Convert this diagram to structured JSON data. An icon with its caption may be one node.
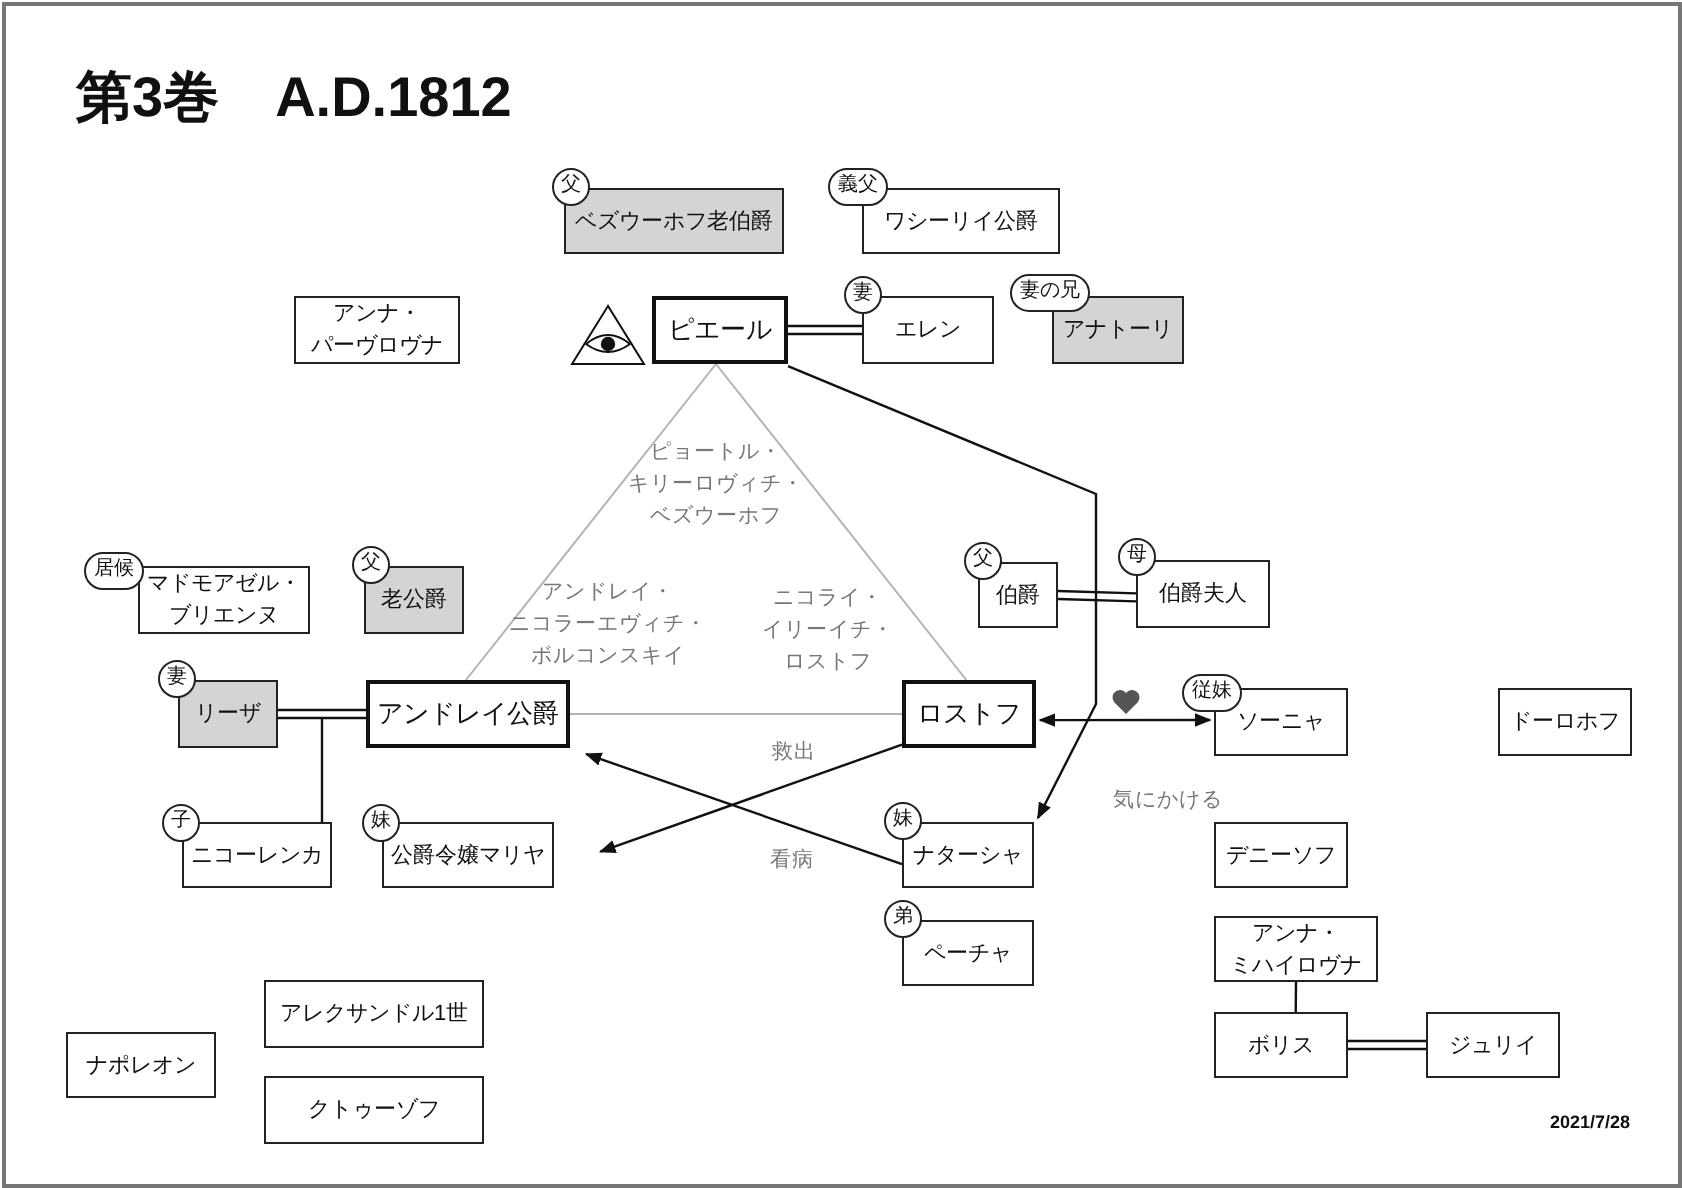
{
  "diagram": {
    "title": "第3巻　A.D.1812",
    "nodes": [
      {
        "text": [
          "父",
          "ベズウーホフ老伯爵"
        ]
      },
      {
        "text": [
          "義父",
          "ワシーリイ公爵"
        ]
      },
      {
        "text": [
          "アンナ・パーヴロヴナ"
        ]
      },
      {
        "text": [
          "ピエール"
        ]
      },
      {
        "text": [
          "妻",
          "エレン"
        ]
      },
      {
        "text": [
          "妻の兄",
          "アナトーリ"
        ]
      },
      {
        "text": [
          "居候",
          "マドモアゼル・ブリエンヌ"
        ]
      },
      {
        "text": [
          "父",
          "老公爵"
        ]
      },
      {
        "text": [
          "父",
          "伯爵"
        ]
      },
      {
        "text": [
          "母",
          "伯爵夫人"
        ]
      },
      {
        "text": [
          "妻",
          "リーザ"
        ]
      },
      {
        "text": [
          "アンドレイ公爵"
        ]
      },
      {
        "text": [
          "ロストフ"
        ]
      },
      {
        "text": [
          "従妹",
          "ソーニャ"
        ]
      },
      {
        "text": [
          "ドーロホフ"
        ]
      },
      {
        "text": [
          "子",
          "ニコーレンカ"
        ]
      },
      {
        "text": [
          "妹",
          "公爵令嬢マリヤ"
        ]
      },
      {
        "text": [
          "妹",
          "ナターシャ"
        ]
      },
      {
        "text": [
          "デニーソフ"
        ]
      },
      {
        "text": [
          "弟",
          "ペーチャ"
        ]
      },
      {
        "text": [
          "アンナ・ミハイロヴナ"
        ]
      },
      {
        "text": [
          "アレクサンドル1世"
        ]
      },
      {
        "text": [
          "ナポレオン"
        ]
      },
      {
        "text": [
          "ボリス"
        ]
      },
      {
        "text": [
          "ジュリイ"
        ]
      },
      {
        "text": [
          "クトゥーゾフ"
        ]
      }
    ],
    "edges": [
      {
        "from": 3,
        "to": 4,
        "arrow": "none"
      },
      {
        "from": 10,
        "to": 11,
        "arrow": "none"
      },
      {
        "from": 8,
        "to": 9,
        "arrow": "none"
      },
      {
        "from": 23,
        "to": 24,
        "arrow": "none"
      },
      {
        "from": 10,
        "to": 15,
        "arrow": "none"
      },
      {
        "from": 11,
        "to": 15,
        "arrow": "none"
      },
      {
        "from": 20,
        "to": 23,
        "arrow": "none"
      },
      {
        "from": 3,
        "to": 17,
        "arrow": "to",
        "label": "気にかける"
      },
      {
        "from": 12,
        "to": 13,
        "arrow": "both"
      },
      {
        "from": 12,
        "to": 16,
        "arrow": "to",
        "label": "救出"
      },
      {
        "from": 17,
        "to": 11,
        "arrow": "to",
        "label": "看病"
      },
      {
        "from": 3,
        "to": 11,
        "arrow": "none",
        "color": "#b4b4b4"
      },
      {
        "from": 3,
        "to": 12,
        "arrow": "none",
        "color": "#b4b4b4"
      },
      {
        "from": 11,
        "to": 12,
        "arrow": "none",
        "color": "#b4b4b4"
      }
    ],
    "labels": [
      "ピョートル・キリーロヴィチ・ベズウーホフ",
      "アンドレイ・ニコラーエヴィチ・ボルコンスキイ",
      "ニコライ・イリーイチ・ロストフ",
      "2021/7/28"
    ]
  }
}
